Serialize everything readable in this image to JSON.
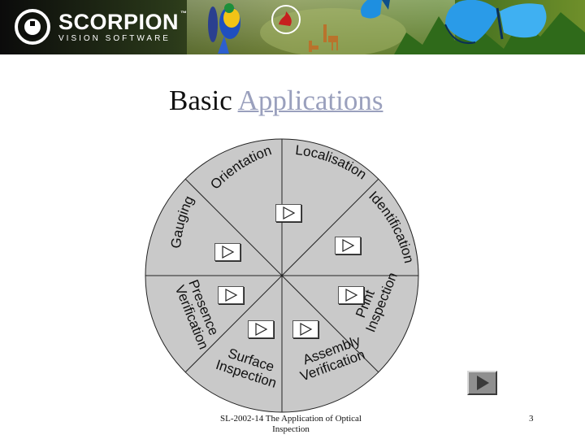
{
  "brand": {
    "name": "SCORPION",
    "trademark": "™",
    "tagline": "VISION SOFTWARE"
  },
  "title": {
    "main": "Basic",
    "accent": "Applications"
  },
  "wheel": {
    "segments": [
      "Orientation",
      "Localisation",
      "Identification",
      "Print Inspection",
      "Assembly Verification",
      "Surface Inspection",
      "Presence Verification",
      "Gauging"
    ]
  },
  "footer": {
    "text": "SL-2002-14 The Application of Optical Inspection",
    "page": "3"
  },
  "colors": {
    "wheel_fill": "#c9c9c9",
    "accent_text": "#9aa0bd",
    "nav_button": "#8f8f8f"
  }
}
